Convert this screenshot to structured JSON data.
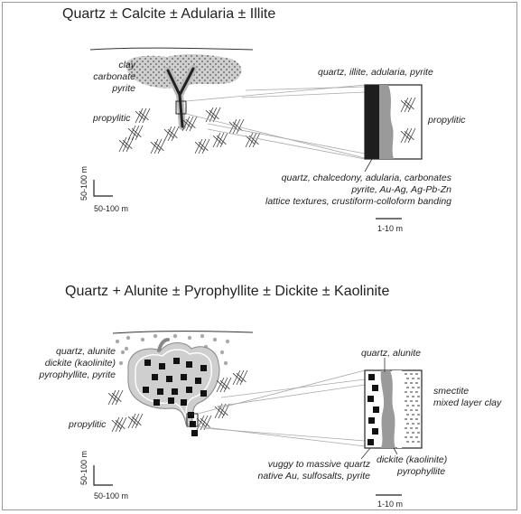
{
  "top": {
    "title": "Quartz ± Calcite ± Adularia ± Illite",
    "labels": {
      "cap_line1": "clay",
      "cap_line2": "carbonate",
      "cap_line3": "pyrite",
      "propylitic_left": "propylitic",
      "inset_top": "quartz, illite, adularia, pyrite",
      "propylitic_right": "propylitic",
      "vein_line1": "quartz, chalcedony, adularia, carbonates",
      "vein_line2": "pyrite, Au-Ag, Ag-Pb-Zn",
      "vein_line3": "lattice textures, crustiform-colloform banding"
    },
    "scale_vertical": "50-100 m",
    "scale_horizontal": "50-100 m",
    "scale_inset": "1-10 m"
  },
  "bottom": {
    "title": "Quartz + Alunite ± Pyrophyllite ± Dickite ± Kaolinite",
    "labels": {
      "halo_line1": "quartz, alunite",
      "halo_line2": "dickite (kaolinite)",
      "halo_line3": "pyrophyllite, pyrite",
      "propylitic_left": "propylitic",
      "inset_top": "quartz, alunite",
      "smectite_line1": "smectite",
      "smectite_line2": "mixed layer clay",
      "vuggy_line1": "vuggy to massive quartz",
      "vuggy_line2": "native Au, sulfosalts, pyrite",
      "dickite_line1": "dickite (kaolinite)",
      "dickite_line2": "pyrophyllite"
    },
    "scale_vertical": "50-100 m",
    "scale_horizontal": "50-100 m",
    "scale_inset": "1-10 m"
  },
  "colors": {
    "grey_zone": "#cfcfcf",
    "vein_dark": "#1e1e1e",
    "vein_grey": "#9a9a9a",
    "hatch": "#3a3a3a"
  }
}
